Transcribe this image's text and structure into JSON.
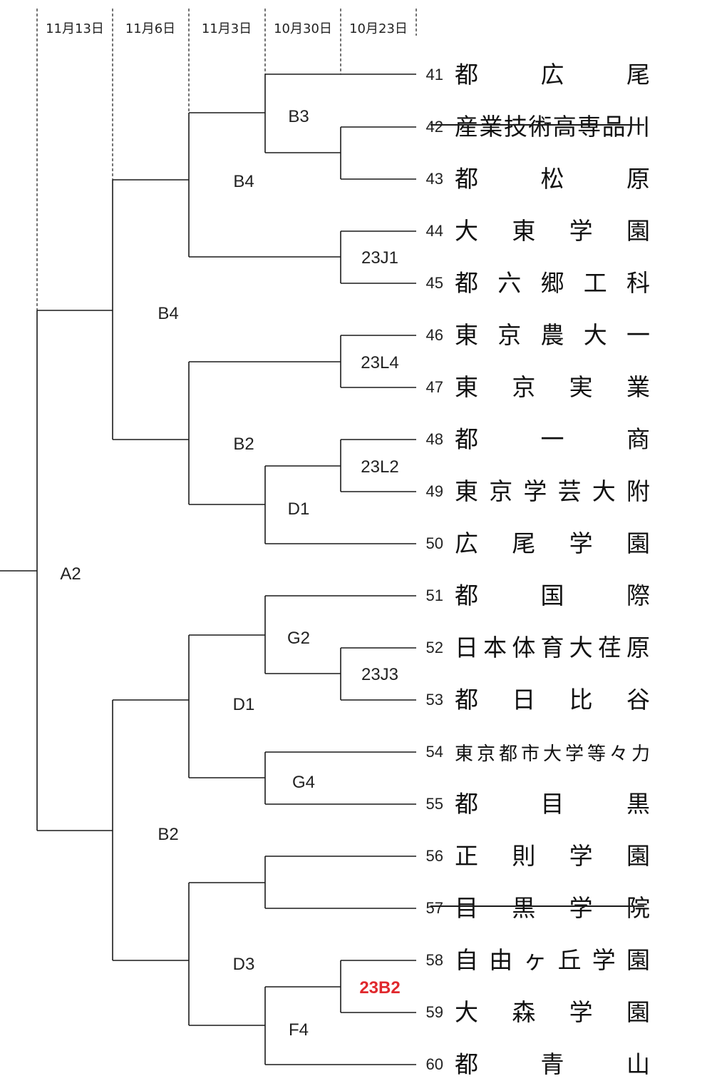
{
  "round_dates": [
    "11月13日",
    "11月6日",
    "11月3日",
    "10月30日",
    "10月23日"
  ],
  "teams": [
    {
      "num": "41",
      "name": "都広尾",
      "withdrawn": false
    },
    {
      "num": "42",
      "name": "産業技術高専品川",
      "withdrawn": true
    },
    {
      "num": "43",
      "name": "都松原",
      "withdrawn": false
    },
    {
      "num": "44",
      "name": "大東学園",
      "withdrawn": false
    },
    {
      "num": "45",
      "name": "都六郷工科",
      "withdrawn": false
    },
    {
      "num": "46",
      "name": "東京農大一",
      "withdrawn": false
    },
    {
      "num": "47",
      "name": "東京実業",
      "withdrawn": false
    },
    {
      "num": "48",
      "name": "都一商",
      "withdrawn": false
    },
    {
      "num": "49",
      "name": "東京学芸大附",
      "withdrawn": false
    },
    {
      "num": "50",
      "name": "広尾学園",
      "withdrawn": false
    },
    {
      "num": "51",
      "name": "都国際",
      "withdrawn": false
    },
    {
      "num": "52",
      "name": "日本体育大荏原",
      "withdrawn": false
    },
    {
      "num": "53",
      "name": "都日比谷",
      "withdrawn": false
    },
    {
      "num": "54",
      "name": "東京都市大学等々力",
      "withdrawn": false
    },
    {
      "num": "55",
      "name": "都目黒",
      "withdrawn": false
    },
    {
      "num": "56",
      "name": "正則学園",
      "withdrawn": false
    },
    {
      "num": "57",
      "name": "目黒学院",
      "withdrawn": true
    },
    {
      "num": "58",
      "name": "自由ヶ丘学園",
      "withdrawn": false
    },
    {
      "num": "59",
      "name": "大森学園",
      "withdrawn": false
    },
    {
      "num": "60",
      "name": "都青山",
      "withdrawn": false
    }
  ],
  "match_codes": {
    "r1_44_45": "23J1",
    "r1_46_47": "23L4",
    "r1_48_49": "23L2",
    "r1_52_53": "23J3",
    "r1_58_59": "23B2",
    "r2_42_43": "",
    "r2_41_4243": "B3",
    "r2_4849_50": "D1",
    "r2_51_5253": "G2",
    "r2_54_55": "G4",
    "r2_56_57": "",
    "r2_5859_60": "F4",
    "r3_top": "B4",
    "r3_4647_4850": "B2",
    "r3_5153_5455": "D1",
    "r3_5657_5860": "D3",
    "qf_top": "B4",
    "qf_bottom": "B2",
    "final": "A2"
  },
  "highlight_code": "23B2",
  "colors": {
    "line": "#1a1a1a",
    "highlight": "#e0282d"
  }
}
